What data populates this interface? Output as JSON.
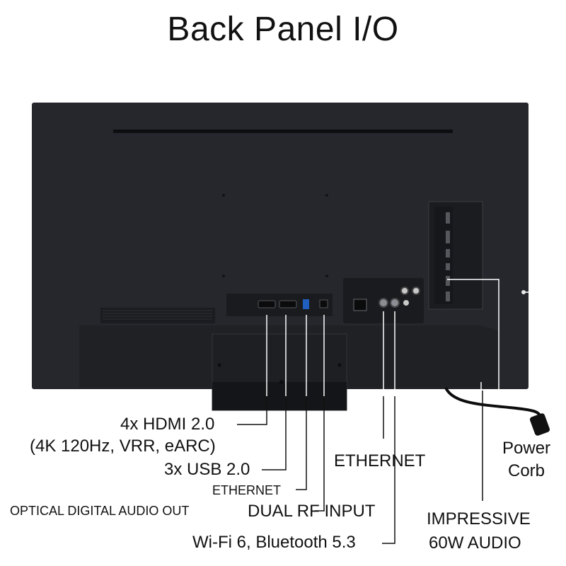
{
  "title": "Back Panel I/O",
  "callouts": {
    "hdmi_line1": "4x HDMI 2.0",
    "hdmi_line2": "(4K 120Hz, VRR, eARC)",
    "usb": "3x USB 2.0",
    "ethernet_small": "ETHERNET",
    "optical": "OPTICAL DIGITAL AUDIO OUT",
    "dual_rf": "DUAL RF INPUT",
    "wifi": "Wi-Fi 6, Bluetooth 5.3",
    "ethernet_large": "ETHERNET",
    "power_line1": "Power",
    "power_line2": "Corb",
    "audio_line1": "IMPRESSIVE",
    "audio_line2": "60W AUDIO"
  },
  "colors": {
    "tv_body": "#25272c",
    "stand": "#1d1f23",
    "port_panel": "#1a1b1e",
    "callout_line": "#ffffff",
    "callout_line_out": "#111111"
  }
}
